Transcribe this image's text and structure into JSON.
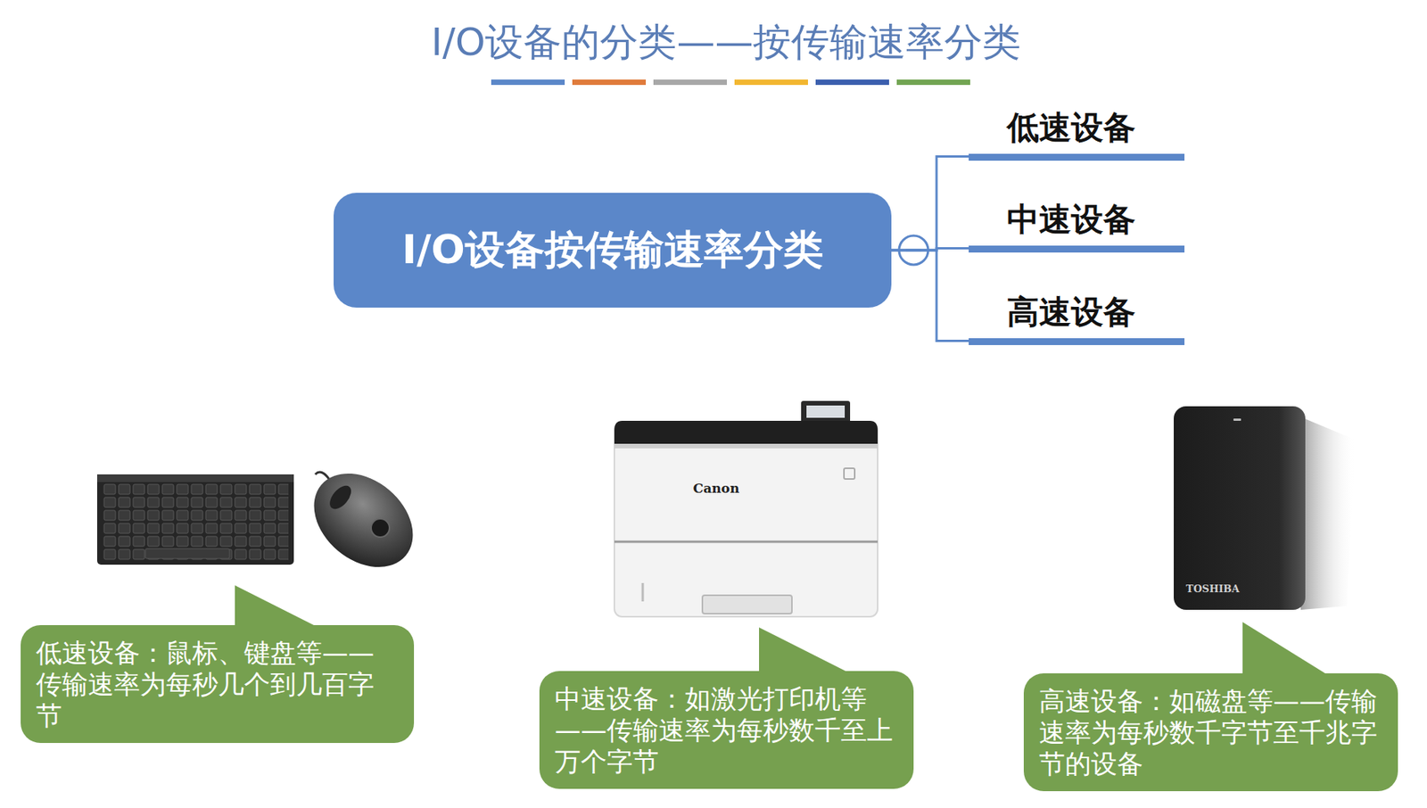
{
  "diagram": {
    "title": "I/O设备的分类——按传输速率分类",
    "nodes": [
      {
        "text": [
          "I/O设备按传输速率分类"
        ]
      },
      {
        "text": [
          "低速设备"
        ]
      },
      {
        "text": [
          "中速设备"
        ]
      },
      {
        "text": [
          "高速设备"
        ]
      },
      {
        "text": [
          "低速设备：鼠标、键盘等——传输速率为每秒几个到几百字节"
        ]
      },
      {
        "text": [
          "中速设备：如激光打印机等——传输速率为每秒数千至上万个字节"
        ]
      },
      {
        "text": [
          "高速设备：如磁盘等——传输速率为每秒数千字节至千兆字节的设备"
        ]
      }
    ],
    "edges": [
      {
        "from": 0,
        "to": 1,
        "arrow": "none"
      },
      {
        "from": 0,
        "to": 2,
        "arrow": "none"
      },
      {
        "from": 0,
        "to": 3,
        "arrow": "none"
      }
    ],
    "labels": [
      "Canon",
      "TOSHIBA"
    ]
  }
}
